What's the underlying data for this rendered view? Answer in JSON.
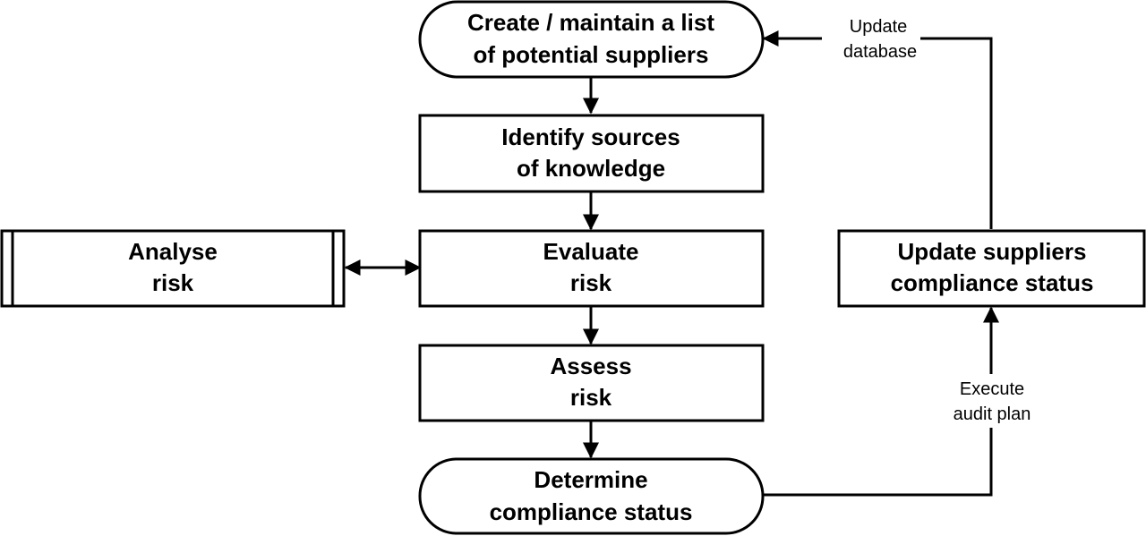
{
  "nodes": {
    "create_list": {
      "line1": "Create / maintain a list",
      "line2": "of potential suppliers"
    },
    "identify_sources": {
      "line1": "Identify sources",
      "line2": "of knowledge"
    },
    "evaluate_risk": {
      "line1": "Evaluate",
      "line2": "risk"
    },
    "assess_risk": {
      "line1": "Assess",
      "line2": "risk"
    },
    "determine_status": {
      "line1": "Determine",
      "line2": "compliance status"
    },
    "analyse_risk": {
      "line1": "Analyse",
      "line2": "risk"
    },
    "update_status": {
      "line1": "Update suppliers",
      "line2": "compliance status"
    }
  },
  "edges": {
    "update_database": {
      "line1": "Update",
      "line2": "database"
    },
    "execute_audit": {
      "line1": "Execute",
      "line2": "audit plan"
    }
  },
  "colors": {
    "stroke": "#000000",
    "fill": "#ffffff"
  }
}
